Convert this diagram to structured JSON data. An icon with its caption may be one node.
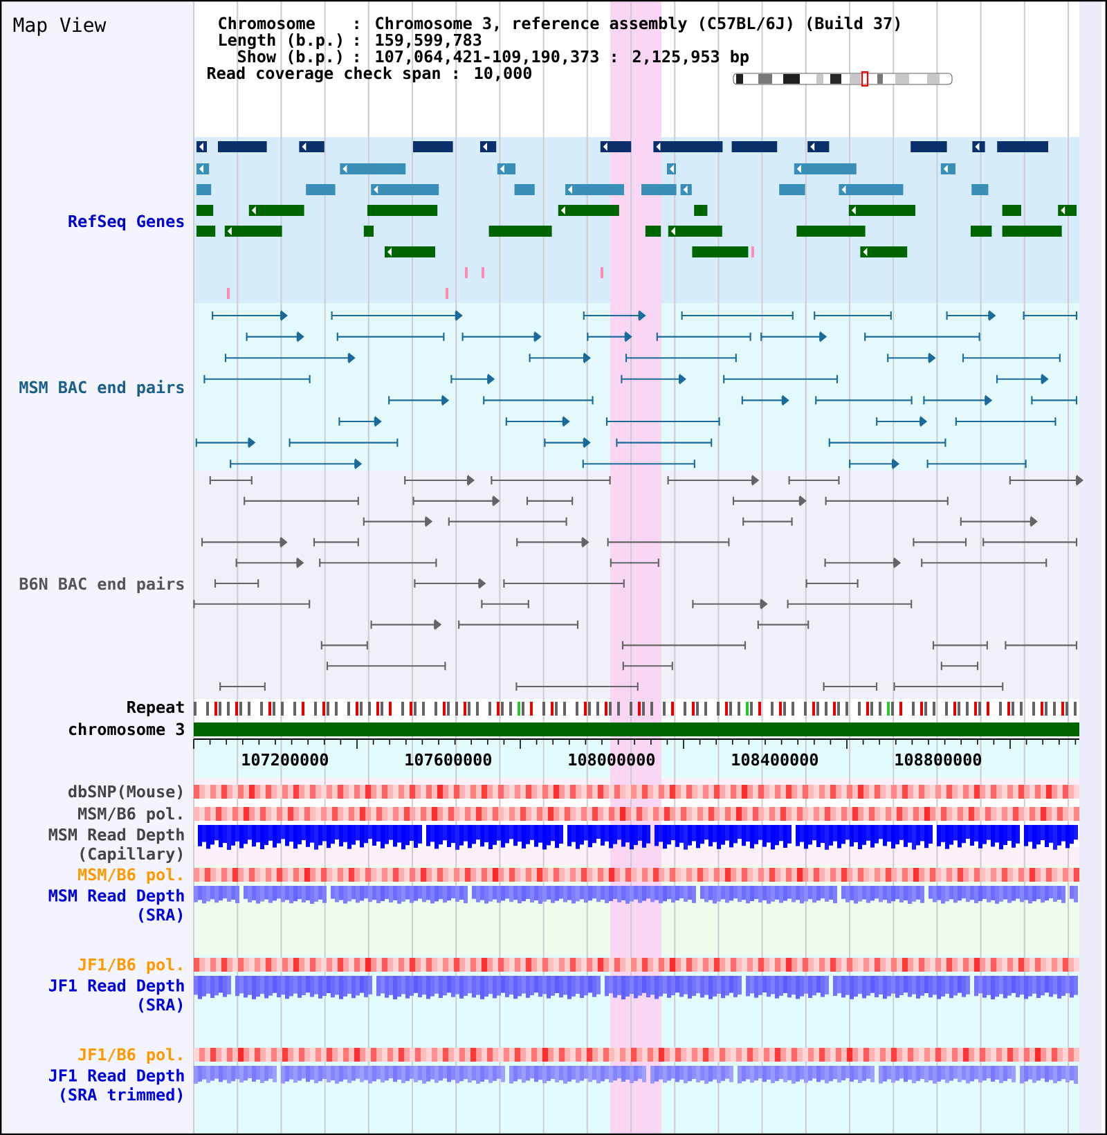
{
  "diagram": {
    "title": "Map View",
    "labels": [
      "Chromosome",
      ": Chromosome 3, reference assembly (C57BL/6J) (Build 37)",
      "Length (b.p.)",
      ": 159,599,783",
      "Show (b.p.)",
      ": 107,064,421-109,190,373 : 2,125,953 bp",
      "Read coverage check span : 10,000",
      "RefSeq Genes",
      "MSM BAC end pairs",
      "B6N BAC end pairs",
      "Repeat",
      "chromosome 3",
      "107200000",
      "107600000",
      "108000000",
      "108400000",
      "108800000",
      "dbSNP(Mouse)",
      "MSM/B6 pol.",
      "MSM Read Depth (Capillary)",
      "MSM/B6 pol.",
      "MSM Read Depth (SRA)",
      "JF1/B6 pol.",
      "JF1 Read Depth (SRA)",
      "JF1/B6 pol.",
      "JF1 Read Depth (SRA trimmed)"
    ]
  }
}
